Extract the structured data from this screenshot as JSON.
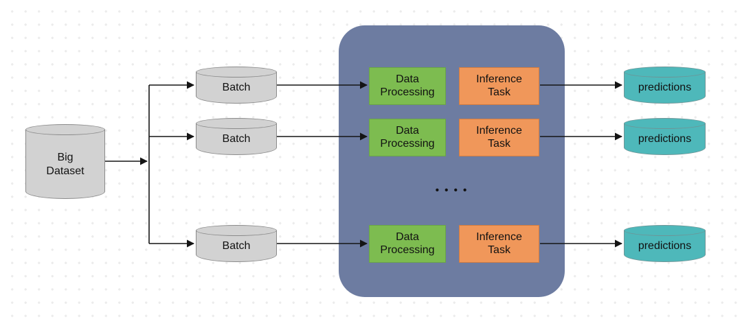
{
  "colors": {
    "page_bg": "#ffffff",
    "dot_grid": "#ececec",
    "container": "#6d7ca1",
    "cylinder_fill": "#d2d2d2",
    "cylinder_stroke": "#8a8a8a",
    "processing_fill": "#7dbc50",
    "processing_stroke": "#69a546",
    "inference_fill": "#f0975a",
    "inference_stroke": "#d37c3f",
    "predictions_fill": "#4eb8ba",
    "predictions_stroke": "#6e9496",
    "arrow": "#141414",
    "text": "#111111"
  },
  "nodes": {
    "big_dataset": {
      "lines": [
        "Big",
        "Dataset"
      ]
    },
    "batches": [
      {
        "label": "Batch"
      },
      {
        "label": "Batch"
      },
      {
        "label": "Batch"
      }
    ],
    "rows": [
      {
        "processing": [
          "Data",
          "Processing"
        ],
        "inference": [
          "Inference",
          "Task"
        ]
      },
      {
        "processing": [
          "Data",
          "Processing"
        ],
        "inference": [
          "Inference",
          "Task"
        ]
      },
      {
        "processing": [
          "Data",
          "Processing"
        ],
        "inference": [
          "Inference",
          "Task"
        ]
      }
    ],
    "ellipsis": "• • • •",
    "predictions": [
      {
        "label": "predictions"
      },
      {
        "label": "predictions"
      },
      {
        "label": "predictions"
      }
    ]
  }
}
